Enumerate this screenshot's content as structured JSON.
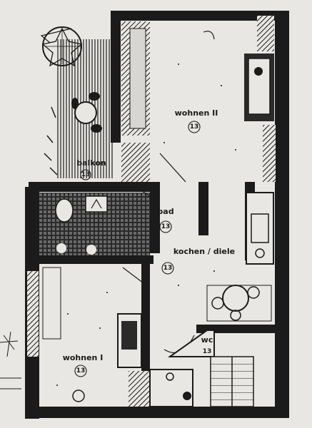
{
  "rooms": {
    "wohnen2": {
      "name": "wohnen II",
      "num": "13"
    },
    "balkon": {
      "name": "balkon",
      "num": "13"
    },
    "bad": {
      "name": "bad",
      "num": "13"
    },
    "kochen": {
      "name": "kochen / diele",
      "num": "13"
    },
    "wohnen1": {
      "name": "wohnen I",
      "num": "13"
    },
    "wc": {
      "name": "wc",
      "num": "13"
    }
  },
  "colors": {
    "paper": "#e9e7e3",
    "ink": "#1b1b1b"
  }
}
